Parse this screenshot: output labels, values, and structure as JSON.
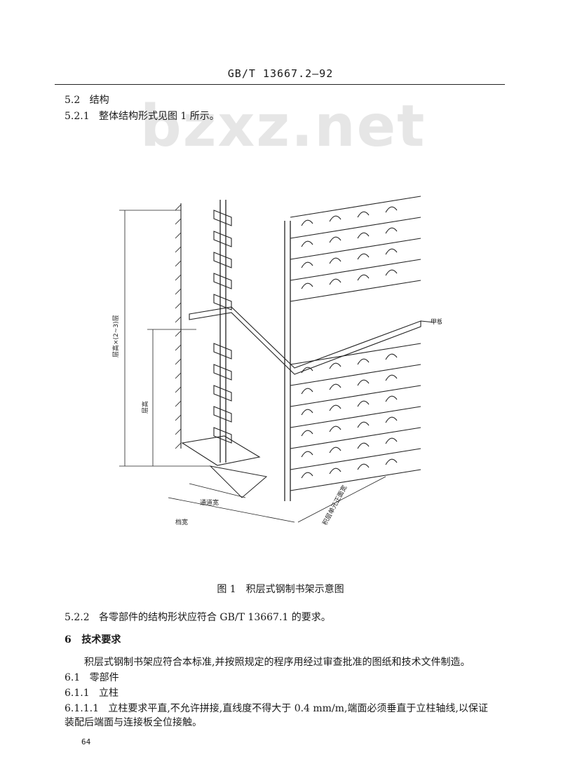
{
  "header": {
    "code": "GB/T 13667.2—92"
  },
  "watermark": {
    "text": "bzxz.net"
  },
  "section_5_2": {
    "num": "5.2",
    "title": "结构"
  },
  "section_5_2_1": {
    "num": "5.2.1",
    "text": "整体结构形式见图 1 所示。"
  },
  "figure": {
    "labels": {
      "total_height": "层高×(2~3)层",
      "layer_height": "层高",
      "deck": "甲板",
      "aisle_width": "通道宽",
      "bay_width": "档宽",
      "unit_width": "积层单元正面宽"
    },
    "caption": "图 1　积层式钢制书架示意图"
  },
  "section_5_2_2": {
    "num": "5.2.2",
    "text": "各零部件的结构形状应符合 GB/T 13667.1 的要求。"
  },
  "section_6": {
    "num": "6",
    "title": "技术要求"
  },
  "section_6_intro": {
    "text": "积层式钢制书架应符合本标准,并按照规定的程序用经过审查批准的图纸和技术文件制造。"
  },
  "section_6_1": {
    "num": "6.1",
    "title": "零部件"
  },
  "section_6_1_1": {
    "num": "6.1.1",
    "title": "立柱"
  },
  "section_6_1_1_1": {
    "num": "6.1.1.1",
    "text_line1": "立柱要求平直,不允许拼接,直线度不得大于 0.4 mm/m,端面必须垂直于立柱轴线,以保证",
    "text_line2": "装配后端面与连接板全位接触。"
  },
  "footer": {
    "page_number": "64"
  }
}
